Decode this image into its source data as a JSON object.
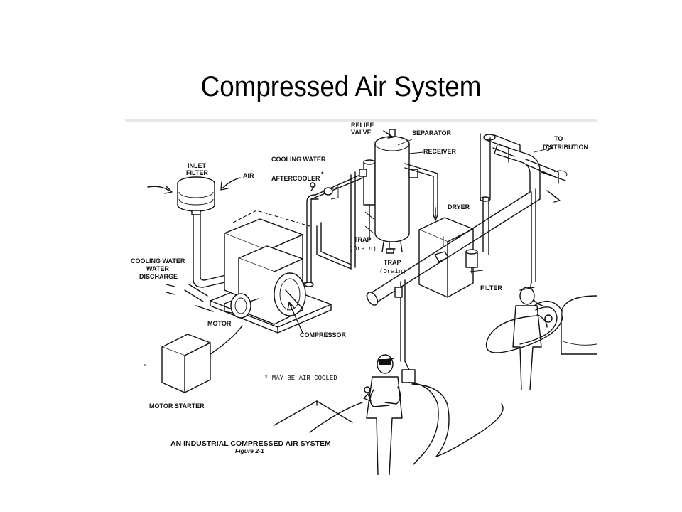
{
  "title": "Compressed Air System",
  "figure": {
    "labels": {
      "relief_valve_1": "RELIEF",
      "relief_valve_2": "VALVE",
      "separator": "SEPARATOR",
      "receiver": "RECEIVER",
      "to_distribution_1": "TO",
      "to_distribution_2": "DISTRIBUTION",
      "cooling_water_top": "COOLING WATER",
      "inlet_filter_1": "INLET",
      "inlet_filter_2": "FILTER",
      "air": "AIR",
      "aftercooler": "AFTERCOOLER",
      "asterisk": "*",
      "dryer": "DRYER",
      "trap_left_1": "TRAP",
      "trap_left_2": "(Drain)",
      "trap_right_1": "TRAP",
      "trap_right_2": "(Drain)",
      "cooling_water_left_1": "COOLING WATER",
      "cooling_water_left_2": "WATER",
      "cooling_water_left_3": "DISCHARGE",
      "filter": "FILTER",
      "motor": "MOTOR",
      "compressor": "COMPRESSOR",
      "note": "* MAY BE AIR COOLED",
      "motor_starter": "MOTOR STARTER"
    },
    "caption": "AN INDUSTRIAL COMPRESSED AIR SYSTEM",
    "subcaption": "Figure 2-1"
  }
}
